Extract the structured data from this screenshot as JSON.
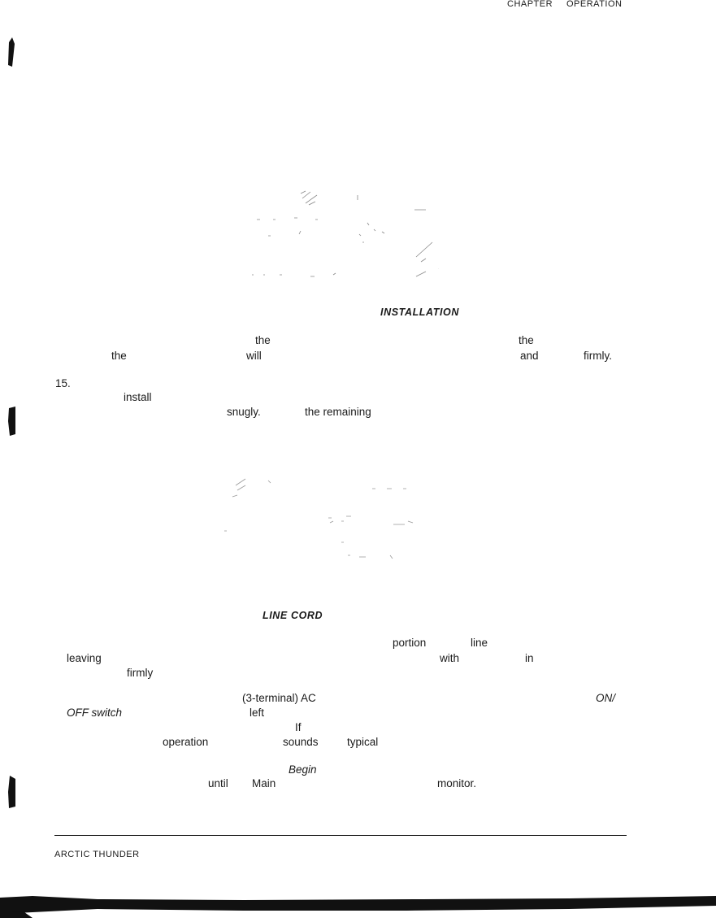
{
  "header": {
    "chapter": "CHAPTER",
    "section": "OPERATION"
  },
  "figure1": {
    "caption": "INSTALLATION"
  },
  "para1": {
    "words": [
      "the",
      "the",
      "the",
      "will",
      "and",
      "firmly."
    ]
  },
  "para2": {
    "number": "15.",
    "words": [
      "install",
      "snugly.",
      "the remaining"
    ]
  },
  "figure2": {
    "caption": "LINE CORD"
  },
  "para3": {
    "words": [
      "portion",
      "line",
      "leaving",
      "with",
      "in",
      "firmly"
    ]
  },
  "para4": {
    "words": [
      "(3-terminal) AC",
      "ON/",
      "OFF switch",
      "left",
      "If",
      "operation",
      "sounds",
      "typical",
      "Begin",
      "until",
      "Main",
      "monitor."
    ]
  },
  "footer": {
    "product_name": "ARCTIC THUNDER"
  },
  "colors": {
    "ink": "#1a1a1a",
    "paper": "#ffffff"
  }
}
